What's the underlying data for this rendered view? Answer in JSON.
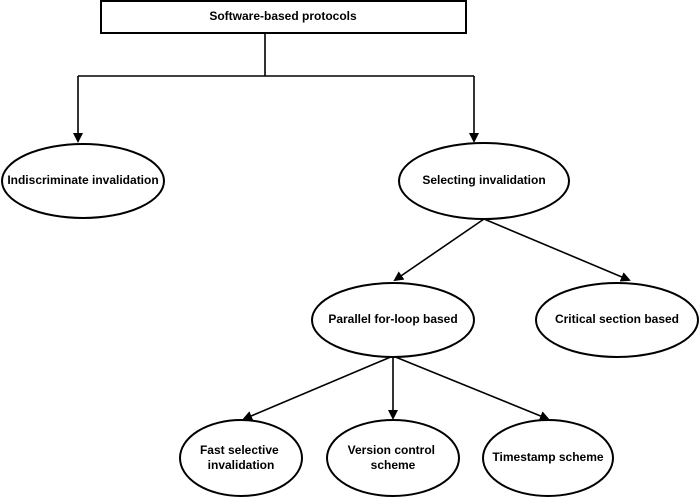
{
  "diagram": {
    "root": {
      "label": "Software-based protocols"
    },
    "indiscriminate": {
      "label": "Indiscriminate invalidation"
    },
    "selecting": {
      "label": "Selecting invalidation"
    },
    "parallel": {
      "label": "Parallel for-loop based"
    },
    "critical": {
      "label": "Critical section based"
    },
    "fast_selective": {
      "lines": [
        "Fast selective",
        "invalidation"
      ]
    },
    "version_control": {
      "lines": [
        "Version control",
        "scheme"
      ]
    },
    "timestamp": {
      "label": "Timestamp scheme"
    }
  }
}
